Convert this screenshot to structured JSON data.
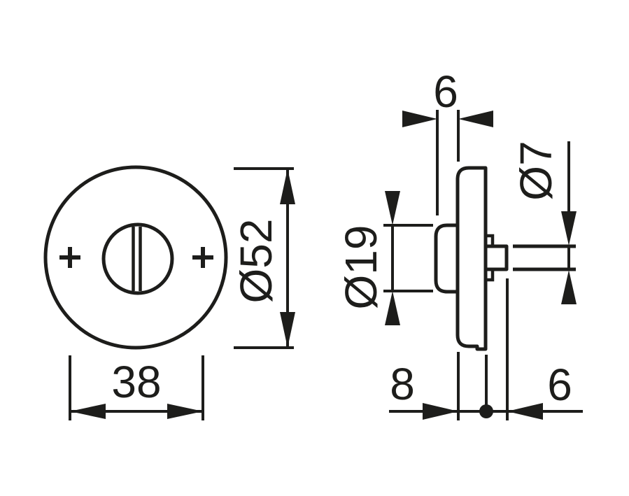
{
  "drawing": {
    "type": "technical-drawing",
    "subject": "door-rosette-with-thumbturn",
    "front_view": {
      "diameter_label": "Ø52",
      "screw_spacing_label": "38"
    },
    "side_view": {
      "knob_projection_label": "6",
      "knob_diameter_label": "Ø19",
      "spindle_diameter_label": "Ø7",
      "rose_depth_label": "8",
      "spindle_projection_label": "6"
    },
    "colors": {
      "line": "#1d1d1b",
      "background": "#ffffff"
    }
  }
}
